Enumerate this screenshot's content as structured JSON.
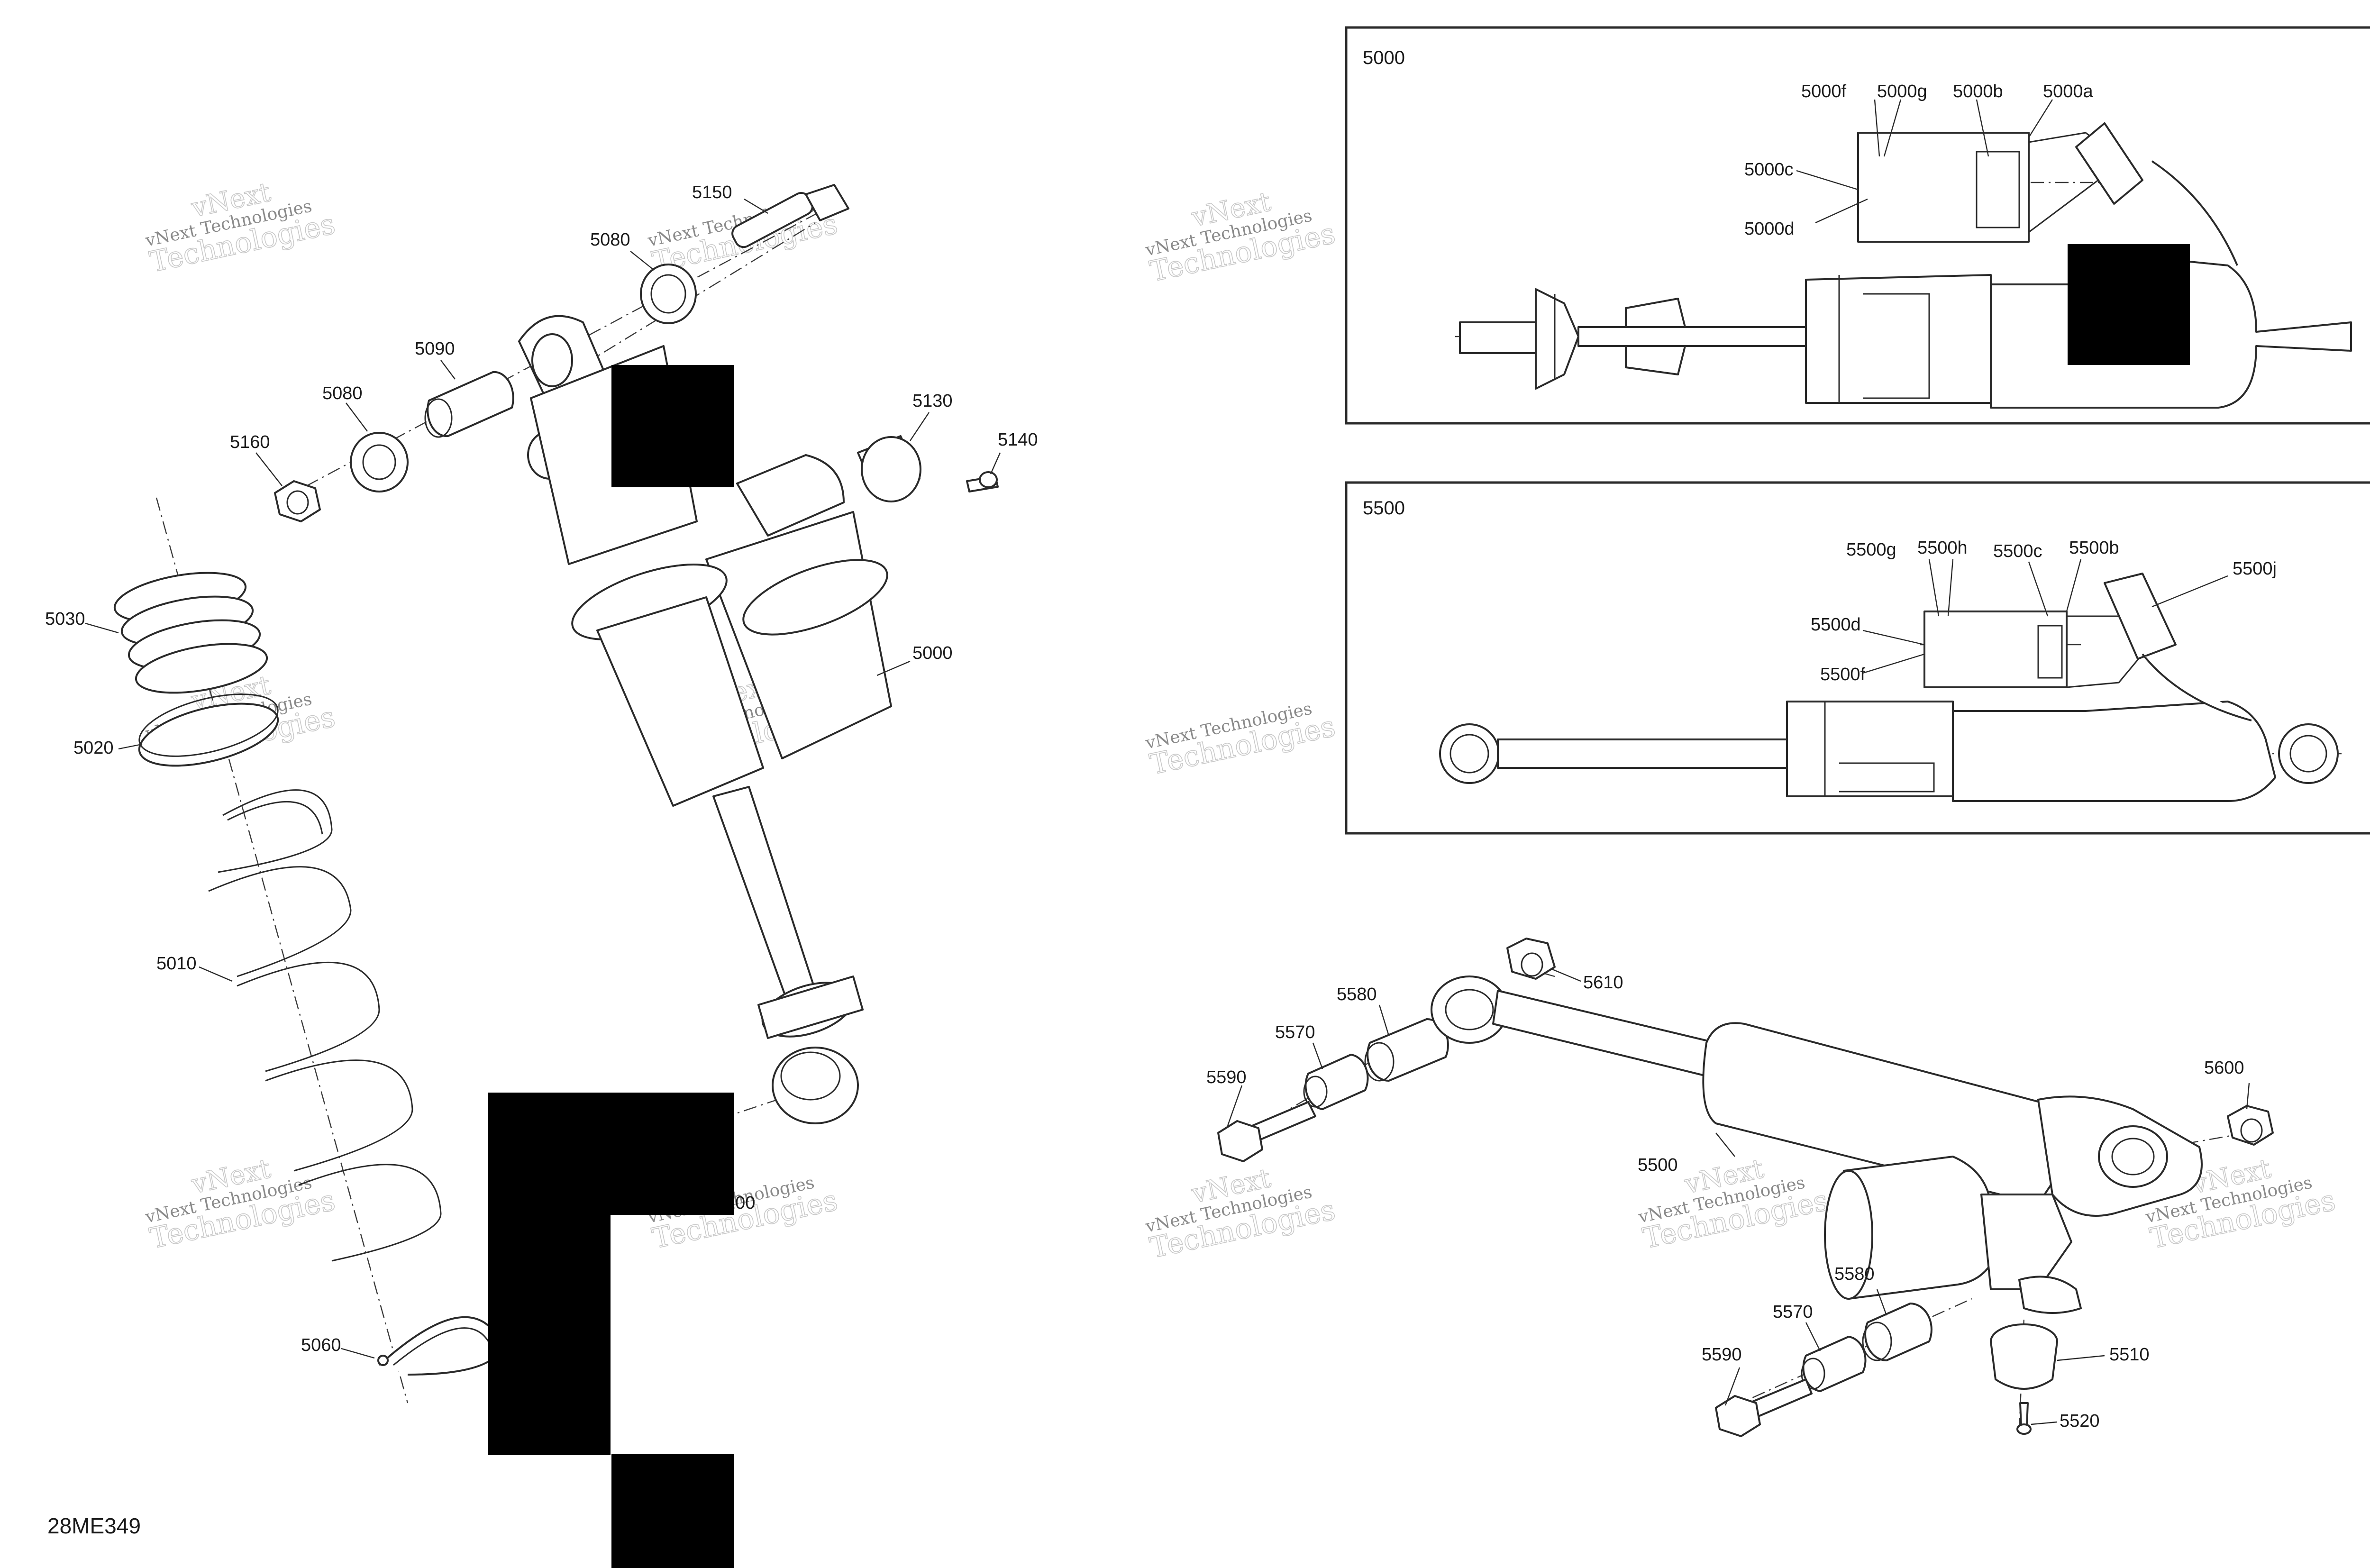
{
  "figure_code": "28ME349",
  "watermark": {
    "line1": "vNext Technologies",
    "line2": "vNext",
    "line3": "Technologies"
  },
  "detail_boxes": [
    {
      "title": "5000",
      "labels": [
        "5000f",
        "5000g",
        "5000b",
        "5000a",
        "5000c",
        "5000d"
      ]
    },
    {
      "title": "5500",
      "labels": [
        "5500g",
        "5500h",
        "5500c",
        "5500b",
        "5500j",
        "5500d",
        "5500f"
      ]
    }
  ],
  "callouts": {
    "c5150": "5150",
    "c5080a": "5080",
    "c5090": "5090",
    "c5080b": "5080",
    "c5160": "5160",
    "c5130": "5130",
    "c5140": "5140",
    "c5030": "5030",
    "c5020": "5020",
    "c5000": "5000",
    "c5010": "5010",
    "c5100": "100",
    "c5060": "5060",
    "c5610": "5610",
    "c5580a": "5580",
    "c5570a": "5570",
    "c5590a": "5590",
    "c5600": "5600",
    "c5500": "5500",
    "c5580b": "5580",
    "c5570b": "5570",
    "c5590b": "5590",
    "c5510": "5510",
    "c5520": "5520"
  },
  "redaction_color": "#000000",
  "line_color": "#2a2a2a"
}
